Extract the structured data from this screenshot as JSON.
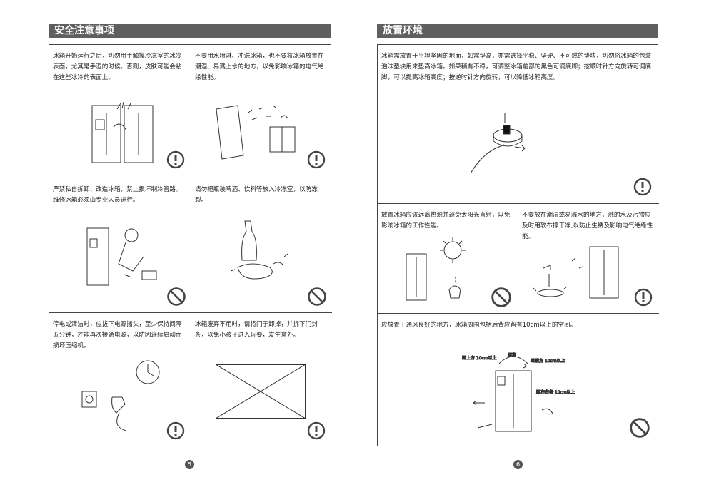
{
  "left_page": {
    "title": "安全注意事项",
    "page_number": "5",
    "cells": [
      {
        "text": "冰箱开始运行之后，切勿用手触摸冷冻室的冰冷表面，尤其是手湿的时候。否则，皮肤可能会粘在这些冰冷的表面上。",
        "icon": "caution-icon"
      },
      {
        "text": "不要用水喷淋、冲洗冰箱，也不要将冰箱放置在潮湿、易溅上水的地方，以免影响冰箱的电气绝缘性能。",
        "icon": "caution-icon"
      },
      {
        "text": "严禁私自拆卸、改造冰箱，禁止损坏制冷管路。维修冰箱必须由专业人员进行。",
        "icon": "prohibited-icon"
      },
      {
        "text": "请勿把瓶装啤酒、饮料等放入冷冻室，以防冻裂。",
        "icon": "prohibited-icon"
      },
      {
        "text": "停电或清洁时，应拔下电源插头，至少保持间隔五分钟，才能再次接通电源，以防因连续启动而损坏压缩机。",
        "icon": "caution-icon"
      },
      {
        "text": "冰箱废弃不用时，请将门子卸掉，并拆下门封条，以免小孩子进入玩耍，发生意外。",
        "icon": "caution-icon"
      }
    ]
  },
  "right_page": {
    "title": "放置环境",
    "page_number": "6",
    "cells": [
      {
        "text": "冰箱需放置于平坦坚固的地面，如需垫高，亦需选择平稳、坚硬、不可燃的垫块，切勿将冰箱的包装泡沫垫块用来垫高冰箱。如果稍有不稳，可调整冰箱前部的黑色可调底脚；按顺时针方向旋转可调底脚，可以提高冰箱高度；按逆时针方向旋转，可以降低冰箱高度。",
        "icon": "caution-icon"
      },
      {
        "text": "放置冰箱应该远离热源并避免太阳光直射，以免影响冰箱的工作性能。",
        "icon": "prohibited-icon"
      },
      {
        "text": "不要放在潮湿或易溅水的地方，溅的水及污物应及时用软布擦干净,以防止生锈及影响电气绝缘性能。",
        "icon": "caution-icon"
      },
      {
        "text": "应放置于通风良好的地方，冰箱周围包括后背应留有10cm以上的空间。",
        "icon": "prohibited-icon"
      }
    ],
    "diagram_labels": {
      "top": "距离",
      "left": "距上方 10cm以上",
      "right_top": "距后方 10cm以上",
      "right_bottom": "距左右各 10cm以上"
    }
  }
}
